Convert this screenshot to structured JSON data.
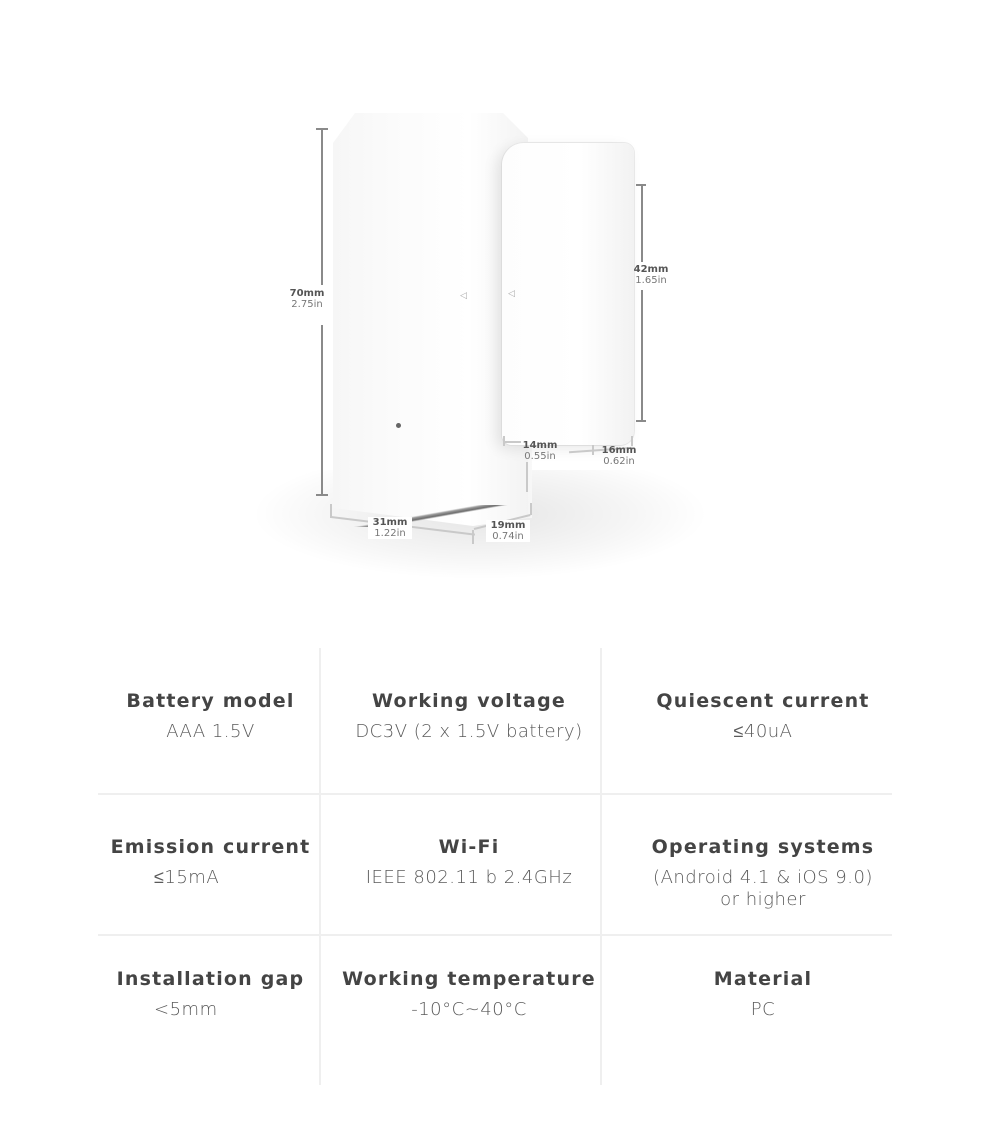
{
  "product_image": {
    "alt": "Door/window sensor with magnet, dimension drawing",
    "dimensions": {
      "height_main": {
        "mm": "70mm",
        "in": "2.75in"
      },
      "height_magnet": {
        "mm": "42mm",
        "in": "1.65in"
      },
      "width_magnet": {
        "mm": "14mm",
        "in": "0.55in"
      },
      "depth_magnet": {
        "mm": "16mm",
        "in": "0.62in"
      },
      "width_main": {
        "mm": "31mm",
        "in": "1.22in"
      },
      "depth_main": {
        "mm": "19mm",
        "in": "0.74in"
      }
    }
  },
  "specs": [
    {
      "title": "Battery model",
      "value": "AAA 1.5V"
    },
    {
      "title": "Working voltage",
      "value": "DC3V (2 x 1.5V battery)"
    },
    {
      "title": "Quiescent current",
      "value": "≤40uA"
    },
    {
      "title": "Emission current",
      "value": "≤15mA"
    },
    {
      "title": "Wi-Fi",
      "value": "IEEE 802.11 b 2.4GHz"
    },
    {
      "title": "Operating systems",
      "value": "(Android 4.1 & iOS 9.0)",
      "value_line2": "or higher"
    },
    {
      "title": "Installation gap",
      "value": "<5mm"
    },
    {
      "title": "Working temperature",
      "value": "-10°C~40°C"
    },
    {
      "title": "Material",
      "value": "PC"
    }
  ]
}
